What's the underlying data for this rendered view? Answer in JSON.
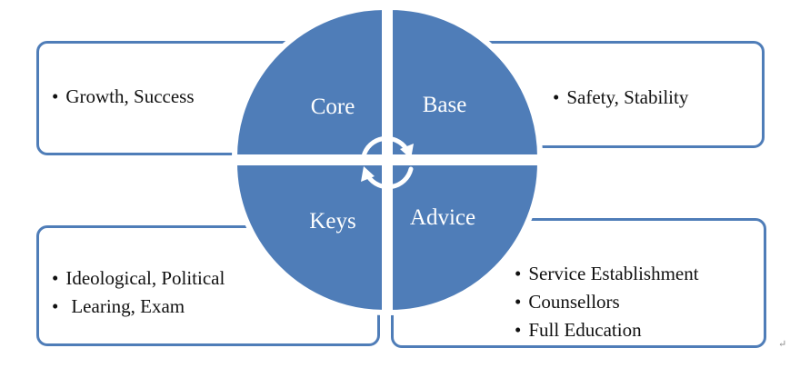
{
  "quadrants": {
    "core": "Core",
    "base": "Base",
    "keys": "Keys",
    "advice": "Advice"
  },
  "boxes": {
    "top_left": [
      "Growth, Success"
    ],
    "top_right": [
      "Safety, Stability"
    ],
    "bottom_left": [
      "Ideological, Political",
      "Learing, Exam"
    ],
    "bottom_right": [
      "Service Establishment",
      "Counsellors",
      "Full Education"
    ]
  },
  "colors": {
    "quadrant_fill": "#4F7DB8",
    "border": "#4F7DB8",
    "label_text": "#FFFFFF"
  },
  "icons": {
    "center": "cycle-arrows-icon"
  },
  "return_mark": "↵"
}
